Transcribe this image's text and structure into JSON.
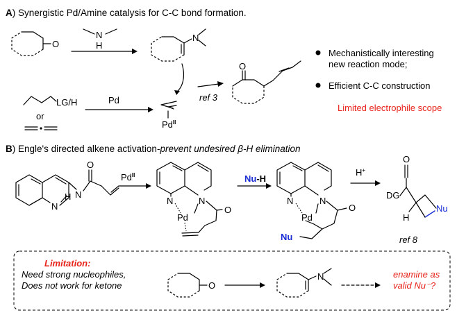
{
  "sectionA": {
    "letter": "A",
    "title": ") Synergistic Pd/Amine catalysis for C-C bond formation.",
    "amine_N": "N",
    "amine_H": "H",
    "ketone_O": "O",
    "enamine_N": "N",
    "allyl_LG": "LG/H",
    "or": "or",
    "pd_label": "Pd",
    "pdII_Pd": "Pd",
    "pdII_II": "II",
    "ref": "ref 3",
    "product_O": "O",
    "bullet1_line1": "Mechanistically interesting",
    "bullet1_line2": "new reaction mode;",
    "bullet2": "Efficient C-C construction",
    "limited": "Limited electrophile scope"
  },
  "sectionB": {
    "letter": "B",
    "title_normal": ") Engle's directed alkene activation-",
    "title_italic": "prevent undesired ",
    "title_beta": "β",
    "title_italic2": "-H elimination",
    "quin_N": "N",
    "amide_N": "N",
    "amide_H": "H",
    "amide_O": "O",
    "pd_reagent": "Pd",
    "pd_reagent_sup": "II",
    "cx_N1": "N",
    "cx_N2": "N",
    "cx_Pd": "Pd",
    "cx_O": "O",
    "nu_h_Nu": "Nu",
    "nu_h_H": "-H",
    "p_N1": "N",
    "p_N2": "N",
    "p_Pd": "Pd",
    "p_O": "O",
    "p_Nu": "Nu",
    "hplus": "H",
    "hplus_sup": "+",
    "dg_O": "O",
    "dg": "DG",
    "dg_H": "H",
    "dg_Nu": "Nu",
    "ref": "ref 8"
  },
  "limitationBox": {
    "title": "Limitation:",
    "line1": "Need strong nucleophiles,",
    "line2": "Does not work for ketone",
    "ketone_O": "O",
    "enamine_N": "N",
    "q_line1": "enamine as",
    "q_line2": "valid Nu⁻?"
  },
  "colors": {
    "red": "#e8231b",
    "blue": "#1c2fd6"
  }
}
